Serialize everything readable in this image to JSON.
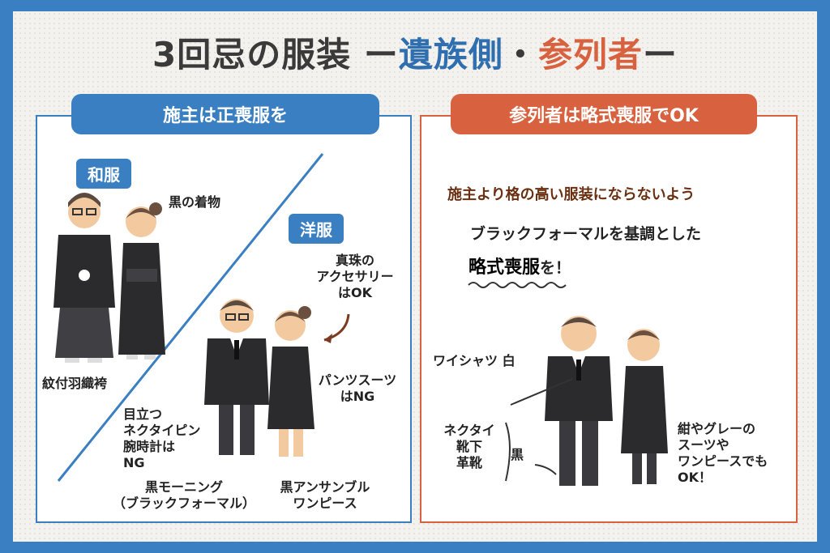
{
  "title": {
    "main": "3回忌の服装",
    "dash1": "ー",
    "family": "遺族側",
    "dot": "・",
    "attendee": "参列者",
    "dash2": "ー"
  },
  "left": {
    "pill": "施主は正喪服を",
    "wafuku_tag": "和服",
    "youfuku_tag": "洋服",
    "kimono_label": "黒の着物",
    "hakama_label": "紋付羽織袴",
    "pearl_label": "真珠の\nアクセサリー\nはOK",
    "pants_label": "パンツスーツ\nはNG",
    "ng_label": "目立つ\nネクタイピン\n腕時計は\nNG",
    "morning_label": "黒モーニング\n（ブラックフォーマル）",
    "ensemble_label": "黒アンサンブル\nワンピース"
  },
  "right": {
    "pill": "参列者は略式喪服でOK",
    "warning": "施主より格の高い服装にならないよう",
    "base_text": "ブラックフォーマルを基調とした",
    "emph_text": "略式喪服",
    "emph_suffix": "を！",
    "shirt_label": "ワイシャツ 白",
    "items_label": "ネクタイ\n靴下\n革靴",
    "black_label": "黒",
    "navy_label": "紺やグレーの\nスーツや\nワンピースでも\nOK！"
  },
  "colors": {
    "blue": "#3a7fc1",
    "red": "#d8623f",
    "dark": "#3a3a3a",
    "suit": "#2b2b2e"
  }
}
